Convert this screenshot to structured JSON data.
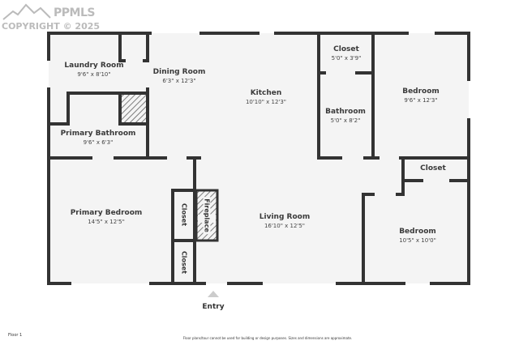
{
  "watermark": {
    "brand": "PPMLS",
    "copyright": "COPYRIGHT © 2025"
  },
  "rooms": [
    {
      "name": "Laundry Room",
      "dims": "9'6\" x 8'10\""
    },
    {
      "name": "Dining Room",
      "dims": "6'3\" x 12'3\""
    },
    {
      "name": "Kitchen",
      "dims": "10'10\" x 12'3\""
    },
    {
      "name": "Closet",
      "dims": "5'0\" x 3'9\""
    },
    {
      "name": "Bedroom",
      "dims": "9'6\" x 12'3\""
    },
    {
      "name": "Bathroom",
      "dims": "5'0\" x 8'2\""
    },
    {
      "name": "Primary Bathroom",
      "dims": "9'6\" x 6'3\""
    },
    {
      "name": "Primary Bedroom",
      "dims": "14'5\" x 12'5\""
    },
    {
      "name": "Living Room",
      "dims": "16'10\" x 12'5\""
    },
    {
      "name": "Bedroom",
      "dims": "10'5\" x 10'0\""
    }
  ],
  "labels": {
    "closet": "Closet",
    "fireplace": "Fireplace",
    "entry": "Entry"
  },
  "footer": {
    "floor": "Floor 1",
    "disclaimer": "Floor plans/tour cannot be used for building or design purposes. Sizes and dimensions are approximate."
  },
  "colors": {
    "wall": "#333333",
    "floor": "#f4f4f4"
  }
}
